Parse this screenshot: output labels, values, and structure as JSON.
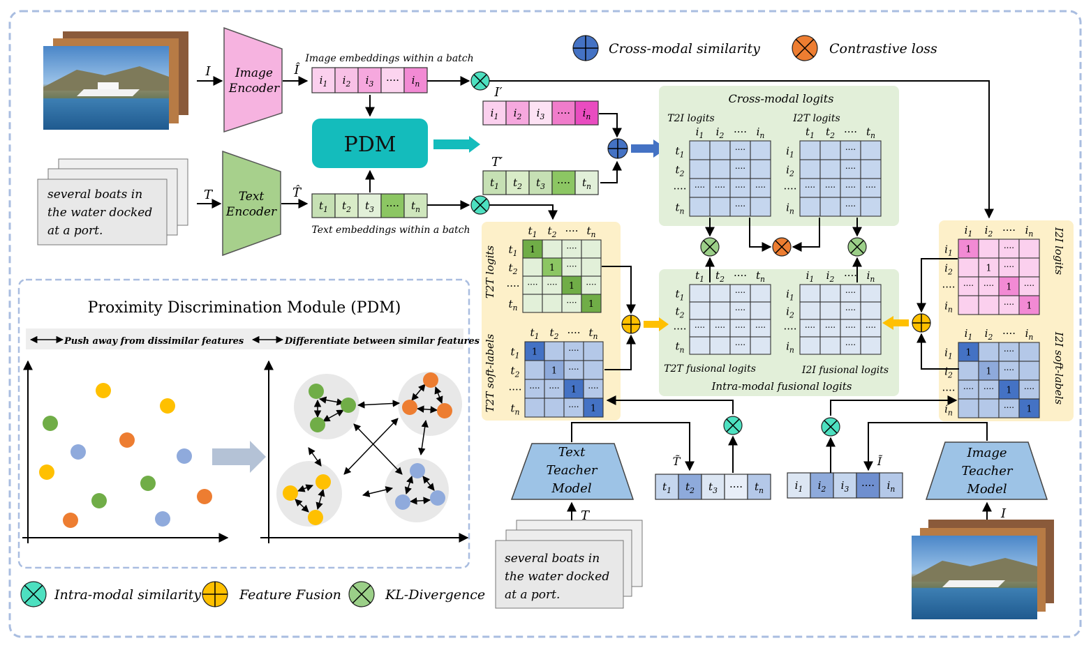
{
  "encoders": {
    "image_encoder": "Image\nEncoder",
    "text_encoder": "Text\nEncoder",
    "image_input": "I",
    "text_input": "T",
    "image_hat": "Î",
    "text_hat": "T̂"
  },
  "embeddings": {
    "image_caption": "Image embeddings within a batch",
    "text_caption": "Text embeddings within a batch",
    "image_cells": [
      "i1",
      "i2",
      "i3",
      "····",
      "in"
    ],
    "text_cells": [
      "t1",
      "t2",
      "t3",
      "····",
      "tn"
    ],
    "image_prime": "I′",
    "text_prime": "T′",
    "pdm_label": "PDM"
  },
  "sample_text": "several boats in\nthe water docked\nat a port.",
  "legend": {
    "cross_modal_similarity": "Cross-modal similarity",
    "contrastive_loss": "Contrastive loss",
    "intra_modal_similarity": "Intra-modal similarity",
    "feature_fusion": "Feature Fusion",
    "kl_divergence": "KL-Divergence"
  },
  "cross_modal": {
    "title": "Cross-modal  logits",
    "t2i": "T2I logits",
    "i2t": "I2T logits"
  },
  "intra_modal": {
    "title": "Intra-modal  fusional logits",
    "t2t_fusional": "T2T  fusional logits",
    "i2i_fusional": "I2I  fusional logits"
  },
  "left_panel": {
    "t2t_logits": "T2T logits",
    "t2t_soft": "T2T soft-labels"
  },
  "right_panel": {
    "i2i_logits": "I2I logits",
    "i2i_soft": "I2I soft-labels"
  },
  "teachers": {
    "text_teacher": "Text\nTeacher\nModel",
    "image_teacher": "Image\nTeacher\nModel",
    "text_tilde": "T̃",
    "image_tilde": "Ĩ",
    "text_input": "T",
    "image_input": "I"
  },
  "pdm_panel": {
    "title": "Proximity Discrimination Module (PDM)",
    "push_away": "Push away from dissimilar features",
    "differentiate": "Differentiate between similar features"
  },
  "matrix_one": "1",
  "matrix_dots": "····",
  "colors": {
    "frame": "#a9bde0",
    "pink": "#f6b3e0",
    "green": "#a7d08c",
    "teal": "#14bcbc",
    "blue_node": "#4472c4",
    "orange_node": "#ed7d31",
    "mint_node": "#4de0c0",
    "yellow_node": "#ffc000",
    "kl_node": "#9bcf88",
    "cross_panel": "#e2efd9",
    "side_panel": "#fdf0c9",
    "matrix_blue": "#c5d6ee",
    "teacher": "#9dc3e6",
    "dot_green": "#70ad47",
    "dot_orange": "#ed7d31",
    "dot_yellow": "#ffc000",
    "dot_blue": "#8faadc"
  }
}
